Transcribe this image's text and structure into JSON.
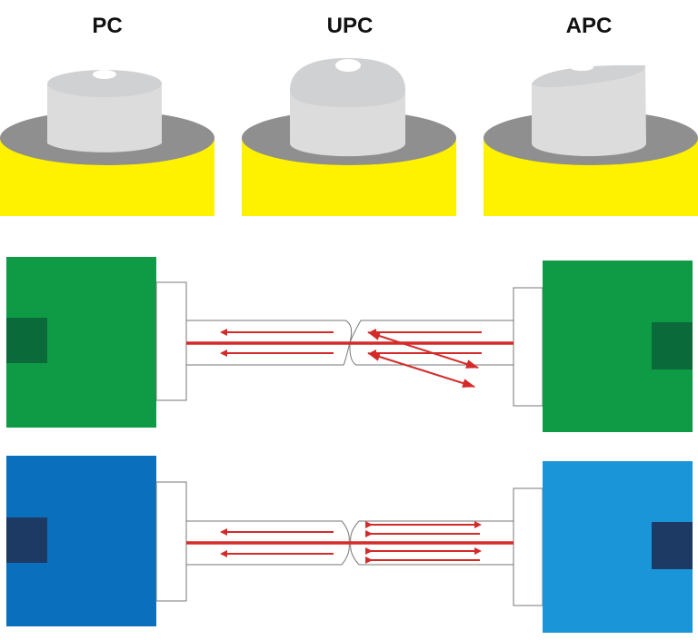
{
  "connectors": [
    {
      "label": "PC",
      "shape": "flat"
    },
    {
      "label": "UPC",
      "shape": "domed"
    },
    {
      "label": "APC",
      "shape": "angled"
    }
  ],
  "colors": {
    "jacket": "#fff200",
    "flange": "#8f8f8f",
    "ferrule": "#d9dadb",
    "pc_device": "#0f9a45",
    "pc_device_port": "#0a6a3a",
    "upc_device_left": "#0a6fbd",
    "upc_device_right": "#1a96d8",
    "upc_device_port": "#1c3a63",
    "light": "#d42a2a"
  }
}
